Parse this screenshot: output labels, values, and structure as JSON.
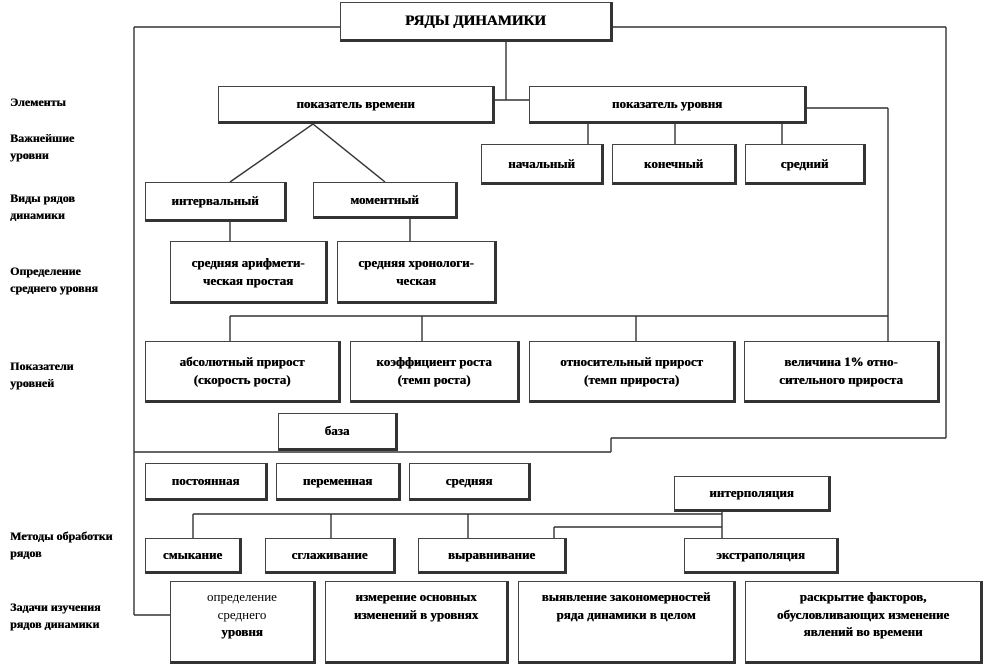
{
  "title": "РЯДЫ ДИНАМИКИ",
  "row_labels": {
    "elements": "Элементы",
    "key_levels": "Важнейшие уровни",
    "series_types": "Виды рядов динамики",
    "average_level": "Определение среднего уровня",
    "level_indicators": "Показатели уровней",
    "processing_methods": "Методы обработки рядов",
    "study_tasks": "Задачи изучения рядов динамики"
  },
  "elements": {
    "time_indicator": "показатель времени",
    "level_indicator": "показатель уровня"
  },
  "key_levels": {
    "initial": "начальный",
    "final": "конечный",
    "average": "средний"
  },
  "series_types": {
    "interval": "интервальный",
    "moment": "моментный"
  },
  "average_methods": {
    "arithmetic": "средняя арифмети-\nческая простая",
    "chronological": "средняя хронологи-\nческая"
  },
  "indicators": {
    "absolute_growth": "абсолютный прирост\n(скорость роста)",
    "growth_coefficient": "коэффициент роста\n(темп роста)",
    "relative_growth": "относительный прирост\n(темп прироста)",
    "one_percent": "величина 1% отно-\nсительного прироста"
  },
  "base": {
    "label": "база",
    "constant": "постоянная",
    "variable": "переменная",
    "average": "средняя"
  },
  "methods": {
    "interpolation": "интерполяция",
    "closing": "смыкание",
    "smoothing": "сглаживание",
    "leveling": "выравнивание",
    "extrapolation": "экстраполяция"
  },
  "tasks": {
    "avg_line1": "определение",
    "avg_line2": "среднего",
    "avg_line3": "уровня",
    "main_changes": "измерение основных\nизменений в уровнях",
    "regularities": "выявление закономерностей\nряда динамики в целом",
    "factors": "раскрытие факторов,\nобусловливающих изменение\nявлений во времени"
  }
}
